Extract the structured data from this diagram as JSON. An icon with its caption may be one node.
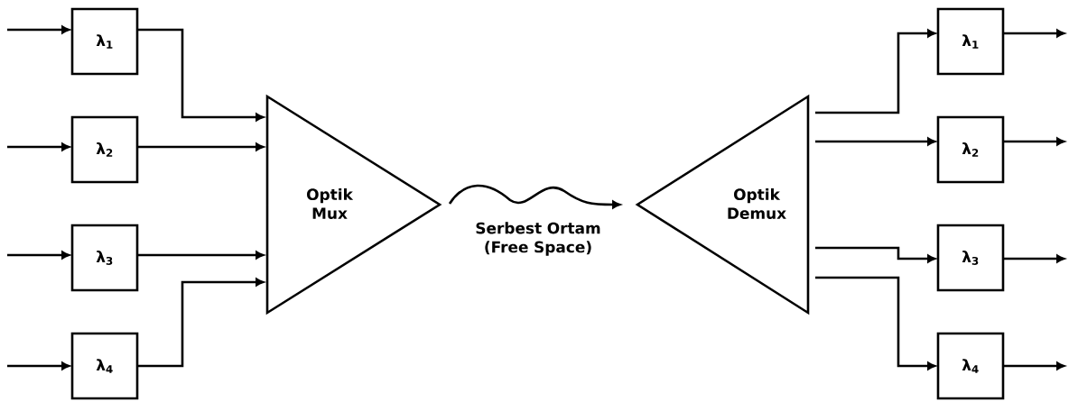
{
  "diagram": {
    "nodes": [
      {
        "text": [
          "λ$_{1}$"
        ]
      },
      {
        "text": [
          "λ$_{2}$"
        ]
      },
      {
        "text": [
          "λ$_{3}$"
        ]
      },
      {
        "text": [
          "λ$_{4}$"
        ]
      },
      {
        "text": [
          "Optik Mux"
        ]
      },
      {
        "text": [
          "Optik Demux"
        ]
      },
      {
        "text": [
          "λ$_{1}$"
        ]
      },
      {
        "text": [
          "λ$_{2}$"
        ]
      },
      {
        "text": [
          "λ$_{3}$"
        ]
      },
      {
        "text": [
          "λ$_{4}$"
        ]
      }
    ],
    "edges": [
      {
        "from": null,
        "to": 0,
        "arrow": "to"
      },
      {
        "from": null,
        "to": 1,
        "arrow": "to"
      },
      {
        "from": null,
        "to": 2,
        "arrow": "to"
      },
      {
        "from": null,
        "to": 3,
        "arrow": "to"
      },
      {
        "from": 0,
        "to": 4,
        "arrow": "to"
      },
      {
        "from": 1,
        "to": 4,
        "arrow": "to"
      },
      {
        "from": 2,
        "to": 4,
        "arrow": "to"
      },
      {
        "from": 3,
        "to": 4,
        "arrow": "to"
      },
      {
        "from": 4,
        "to": 5,
        "arrow": "to",
        "label": "Serbest Ortam (Free Space)"
      },
      {
        "from": 5,
        "to": 6,
        "arrow": "to"
      },
      {
        "from": 5,
        "to": 7,
        "arrow": "to"
      },
      {
        "from": 5,
        "to": 8,
        "arrow": "to"
      },
      {
        "from": 5,
        "to": 9,
        "arrow": "to"
      },
      {
        "from": 6,
        "to": null,
        "arrow": "to"
      },
      {
        "from": 7,
        "to": null,
        "arrow": "to"
      },
      {
        "from": 8,
        "to": null,
        "arrow": "to"
      },
      {
        "from": 9,
        "to": null,
        "arrow": "to"
      }
    ]
  }
}
